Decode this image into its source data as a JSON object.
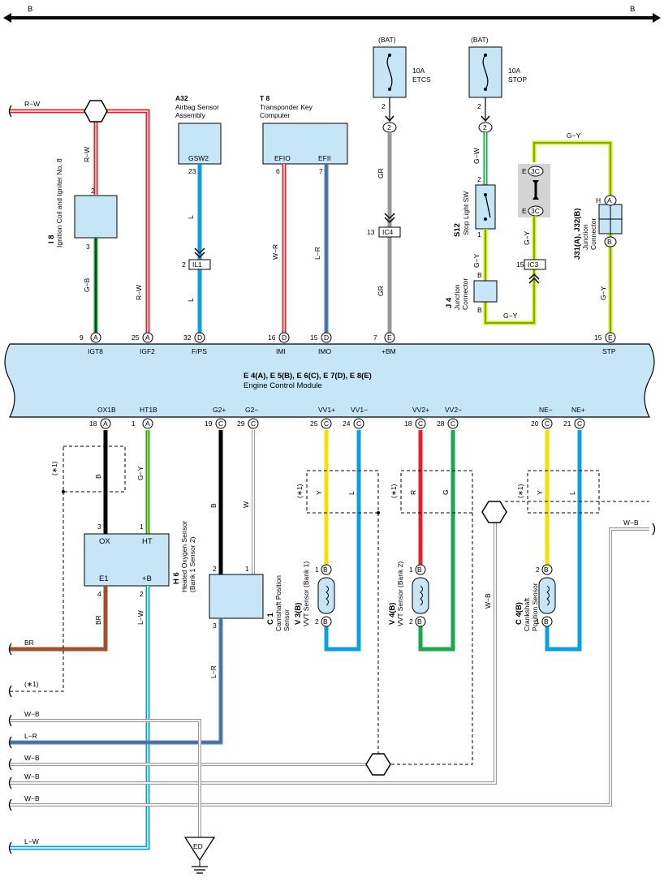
{
  "bus": {
    "left": "B",
    "right": "B"
  },
  "ecm": {
    "code": "E 4(A), E 5(B), E 6(C), E 7(D), E 8(E)",
    "name": "Engine Control Module",
    "top_pins": [
      {
        "label": "IGT8",
        "num": "9",
        "conn": "A"
      },
      {
        "label": "IGF2",
        "num": "25",
        "conn": "A"
      },
      {
        "label": "F/PS",
        "num": "32",
        "conn": "D"
      },
      {
        "label": "IMI",
        "num": "16",
        "conn": "D"
      },
      {
        "label": "IMO",
        "num": "15",
        "conn": "D"
      },
      {
        "label": "+BM",
        "num": "7",
        "conn": "E"
      },
      {
        "label": "STP",
        "num": "15",
        "conn": "E"
      }
    ],
    "bottom_pins": [
      {
        "label": "OX1B",
        "num": "18",
        "conn": "A"
      },
      {
        "label": "HT1B",
        "num": "1",
        "conn": "A"
      },
      {
        "label": "G2+",
        "num": "19",
        "conn": "C"
      },
      {
        "label": "G2−",
        "num": "29",
        "conn": "C"
      },
      {
        "label": "VV1+",
        "num": "25",
        "conn": "C"
      },
      {
        "label": "VV1−",
        "num": "24",
        "conn": "C"
      },
      {
        "label": "VV2+",
        "num": "18",
        "conn": "C"
      },
      {
        "label": "VV2−",
        "num": "28",
        "conn": "C"
      },
      {
        "label": "NE−",
        "num": "20",
        "conn": "C"
      },
      {
        "label": "NE+",
        "num": "21",
        "conn": "C"
      }
    ]
  },
  "ignition_coil": {
    "code": "I 8",
    "name": "Ignition Coil and Igniter No. 8",
    "pin_top": "2",
    "pin_bottom": "3"
  },
  "airbag": {
    "code": "A32",
    "name_line1": "Airbag Sensor",
    "name_line2": "Assembly",
    "pin_label": "GSW2",
    "pin_num": "23"
  },
  "transponder": {
    "code": "T 8",
    "name_line1": "Transponder Key",
    "name_line2": "Computer",
    "pin1_label": "EFIO",
    "pin1_num": "6",
    "pin2_label": "EFII",
    "pin2_num": "7"
  },
  "fuse_etcs": {
    "source": "(BAT)",
    "rating": "10A",
    "name": "ETCS",
    "pin": "2",
    "connector": "2"
  },
  "fuse_stop": {
    "source": "(BAT)",
    "rating": "10A",
    "name": "STOP",
    "pin": "2",
    "connector": "2"
  },
  "stop_light_sw": {
    "code": "S12",
    "name": "Stop Light SW",
    "pin_top": "2",
    "pin_bottom": "1"
  },
  "junction_j4": {
    "code": "J 4",
    "name_line1": "Junction",
    "name_line2": "Connector",
    "pin_top": "B",
    "pin_bottom": "B"
  },
  "junction_j31": {
    "code": "J31(A), J32(B)",
    "name_line1": "Junction",
    "name_line2": "Connector",
    "pin_top": "H",
    "pin_top_conn": "A",
    "pin_bottom_conn": "B"
  },
  "connectors": {
    "il1": "IL1",
    "il1_pin": "2",
    "ic4": "IC4",
    "ic4_pin": "13",
    "ic3": "IC3",
    "ic3_pin": "15",
    "c3_top": "3C",
    "c3_bottom": "3C",
    "c3_prefix": "E"
  },
  "o2_sensor": {
    "code": "H 6",
    "name_line1": "Heated Oxygen Sensor",
    "name_line2": "(Bank 1 Sensor 2)",
    "pin_ox": "OX",
    "pin_ht": "HT",
    "pin_e1": "E1",
    "pin_b": "+B",
    "num_ox": "3",
    "num_ht": "1",
    "num_e1": "4",
    "num_b": "2"
  },
  "cam_sensor": {
    "code": "C 1",
    "name_line1": "Camshaft Position",
    "name_line2": "Sensor",
    "pin2": "2",
    "pin1": "1",
    "pin3": "3"
  },
  "vvt1": {
    "code": "V 3(B)",
    "name": "VVT Sensor (Bank 1)",
    "pin_top": "1",
    "pin_bottom": "2",
    "conn": "B"
  },
  "vvt2": {
    "code": "V 4(B)",
    "name": "VVT Sensor (Bank 2)",
    "pin_top": "1",
    "pin_bottom": "2",
    "conn": "B"
  },
  "crank": {
    "code": "C 4(B)",
    "name_line1": "Crankshaft",
    "name_line2": "Position Sensor",
    "pin_top": "2",
    "pin_bottom": "1",
    "conn": "B"
  },
  "wires": {
    "rw": "R−W",
    "gb": "G−B",
    "l": "L",
    "wr": "W−R",
    "lr": "L−R",
    "gr": "GR",
    "gw": "G−W",
    "gy": "G−Y",
    "b": "B",
    "w": "W",
    "y": "Y",
    "r": "R",
    "g": "G",
    "br": "BR",
    "lw": "L−W",
    "wb": "W−B"
  },
  "shield_note": "(∗1)",
  "ground": "ED",
  "colors": {
    "module_fill": "#c6e6f7",
    "blue_wire": "#0aa0e0",
    "red_wire": "#e8202a",
    "green_wire": "#1aa84a",
    "yellow_wire": "#f5e000",
    "brown_wire": "#a0522d",
    "gray_wire": "#999999"
  }
}
